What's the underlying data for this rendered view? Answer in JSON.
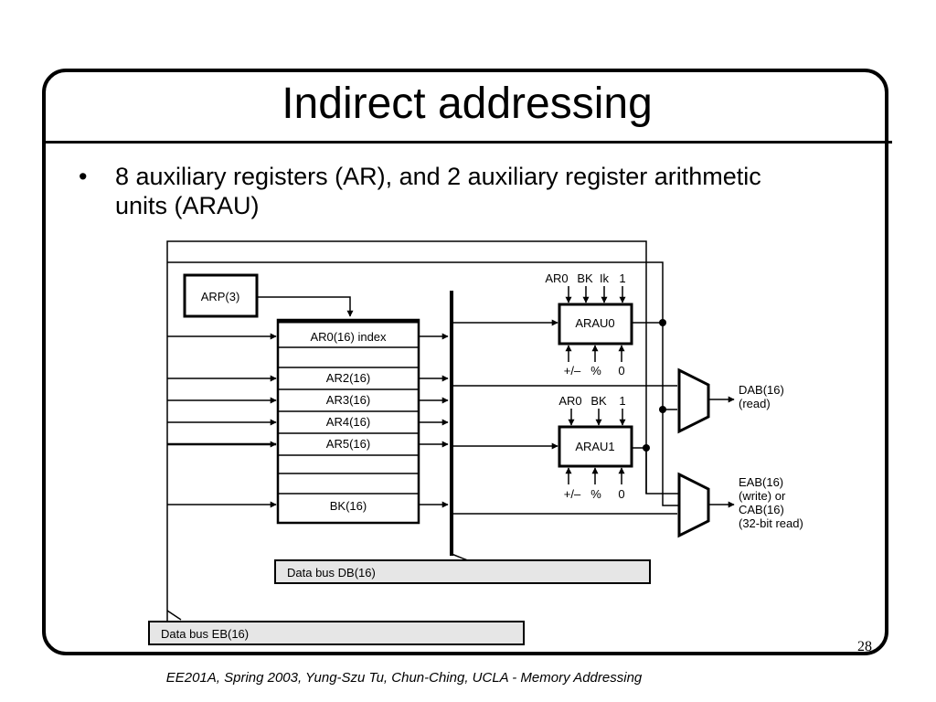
{
  "slide": {
    "title": "Indirect addressing",
    "bullet": "8 auxiliary registers (AR), and 2 auxiliary register arithmetic units (ARAU)",
    "bullet_marker": "•",
    "page_number": "28",
    "footer": "EE201A, Spring 2003, Yung-Szu Tu, Chun-Ching, UCLA - Memory Addressing"
  },
  "diagram": {
    "arp": "ARP(3)",
    "registers": [
      "AR0(16) index",
      "",
      "AR2(16)",
      "AR3(16)",
      "AR4(16)",
      "AR5(16)",
      "",
      "BK(16)"
    ],
    "arau0": {
      "label": "ARAU0",
      "top_inputs": [
        "AR0",
        "BK",
        "Ik",
        "1"
      ],
      "bottom_inputs": [
        "+/–",
        "%",
        "0"
      ]
    },
    "arau1": {
      "label": "ARAU1",
      "top_inputs": [
        "AR0",
        "BK",
        "1"
      ],
      "bottom_inputs": [
        "+/–",
        "%",
        "0"
      ]
    },
    "dab": [
      "DAB(16)",
      "(read)"
    ],
    "eab": [
      "EAB(16)",
      "(write) or",
      "CAB(16)",
      "(32-bit read)"
    ],
    "bus_db": "Data bus DB(16)",
    "bus_eb": "Data bus EB(16)"
  }
}
